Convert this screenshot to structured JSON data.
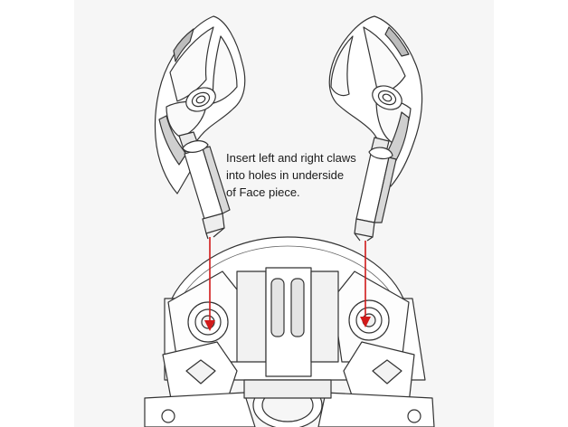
{
  "caption": {
    "lines": [
      "Insert left and right claws",
      "into holes in underside",
      "of Face piece."
    ]
  },
  "colors": {
    "line": "#333333",
    "guide_arrow": "#d11a1a",
    "paper": "#f6f6f6",
    "background": "#ffffff"
  }
}
